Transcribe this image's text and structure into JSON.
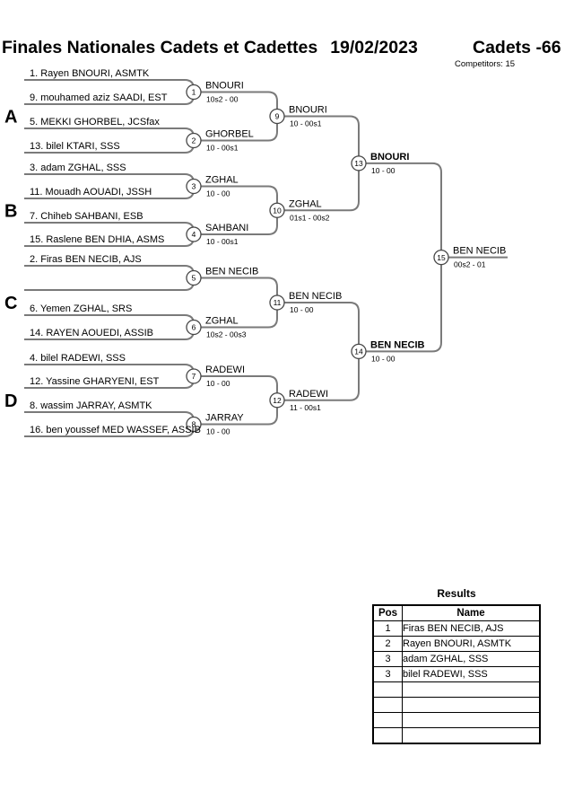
{
  "header": {
    "title": "Finales Nationales Cadets et Cadettes",
    "date": "19/02/2023",
    "category": "Cadets -66",
    "competitors_label": "Competitors: 15"
  },
  "colors": {
    "line": "#7a7a7a",
    "circle_stroke": "#474747",
    "text": "#000000",
    "table_border": "#000000"
  },
  "bracket": {
    "groups": [
      "A",
      "B",
      "C",
      "D"
    ],
    "entrants": [
      "1. Rayen BNOURI, ASMTK",
      "9. mouhamed aziz SAADI, EST",
      "5. MEKKI GHORBEL, JCSfax",
      "13. bilel KTARI, SSS",
      "3. adam ZGHAL, SSS",
      "11. Mouadh AOUADI, JSSH",
      "7. Chiheb SAHBANI, ESB",
      "15. Raslene BEN DHIA, ASMS",
      "2. Firas BEN NECIB, AJS",
      "",
      "6. Yemen ZGHAL, SRS",
      "14. RAYEN AOUEDI, ASSIB",
      "4. bilel RADEWI, SSS",
      "12. Yassine GHARYENI, EST",
      "8. wassim JARRAY, ASMTK",
      "16. ben youssef MED WASSEF, ASSIB"
    ],
    "matches": [
      {
        "n": "1",
        "winner": "BNOURI",
        "score": "10s2 - 00",
        "bold": false
      },
      {
        "n": "2",
        "winner": "GHORBEL",
        "score": "10 - 00s1",
        "bold": false
      },
      {
        "n": "3",
        "winner": "ZGHAL",
        "score": "10 - 00",
        "bold": false
      },
      {
        "n": "4",
        "winner": "SAHBANI",
        "score": "10 - 00s1",
        "bold": false
      },
      {
        "n": "5",
        "winner": "BEN NECIB",
        "score": "",
        "bold": false
      },
      {
        "n": "6",
        "winner": "ZGHAL",
        "score": "10s2 - 00s3",
        "bold": false
      },
      {
        "n": "7",
        "winner": "RADEWI",
        "score": "10 - 00",
        "bold": false
      },
      {
        "n": "8",
        "winner": "JARRAY",
        "score": "10 - 00",
        "bold": false
      },
      {
        "n": "9",
        "winner": "BNOURI",
        "score": "10 - 00s1",
        "bold": false
      },
      {
        "n": "10",
        "winner": "ZGHAL",
        "score": "01s1 - 00s2",
        "bold": false
      },
      {
        "n": "11",
        "winner": "BEN NECIB",
        "score": "10 - 00",
        "bold": false
      },
      {
        "n": "12",
        "winner": "RADEWI",
        "score": "11 - 00s1",
        "bold": false
      },
      {
        "n": "13",
        "winner": "BNOURI",
        "score": "10 - 00",
        "bold": true
      },
      {
        "n": "14",
        "winner": "BEN NECIB",
        "score": "10 - 00",
        "bold": true
      },
      {
        "n": "15",
        "winner": "BEN NECIB",
        "score": "00s2 - 01",
        "bold": false
      }
    ]
  },
  "results": {
    "title": "Results",
    "columns": [
      "Pos",
      "Name"
    ],
    "rows": [
      {
        "pos": "1",
        "name": "Firas BEN NECIB, AJS"
      },
      {
        "pos": "2",
        "name": "Rayen BNOURI, ASMTK"
      },
      {
        "pos": "3",
        "name": "adam ZGHAL, SSS"
      },
      {
        "pos": "3",
        "name": "bilel RADEWI, SSS"
      }
    ],
    "empty_rows": 4
  }
}
